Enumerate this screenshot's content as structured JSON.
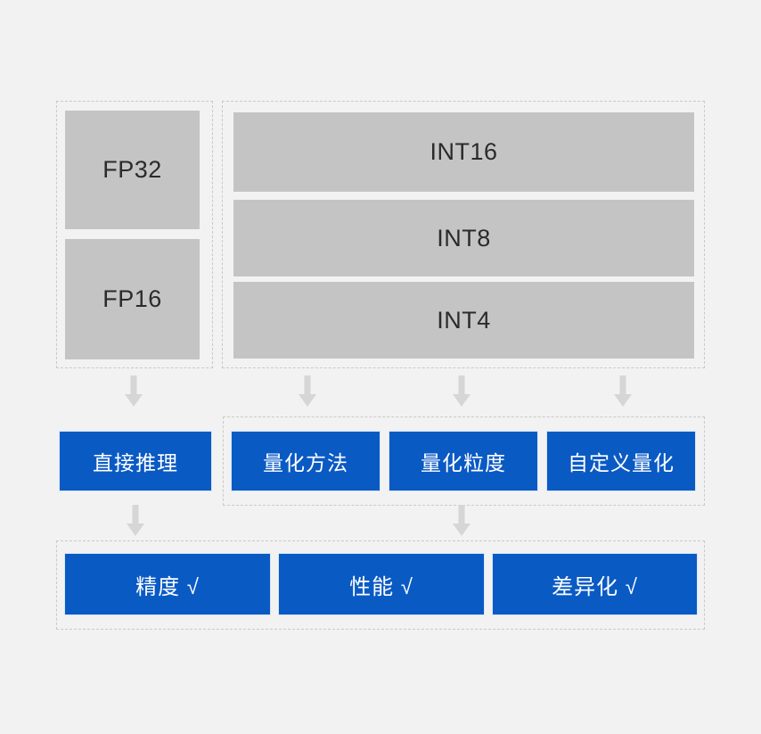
{
  "diagram": {
    "title": "Quantization flow diagram",
    "background_color": "#f2f2f2",
    "colors": {
      "precision_block": "#c4c4c4",
      "feature_block": "#0a5ac4",
      "dashed_border": "#c9c9c9",
      "arrow": "#d6d6d6",
      "precision_text": "#2b2b2b",
      "feature_text": "#ffffff"
    },
    "rows": {
      "precision_row": {
        "float_group": {
          "name": "floating-point-precisions",
          "items": [
            {
              "label": "FP32"
            },
            {
              "label": "FP16"
            }
          ]
        },
        "int_group": {
          "name": "integer-precisions",
          "items": [
            {
              "label": "INT16"
            },
            {
              "label": "INT8"
            },
            {
              "label": "INT4"
            }
          ]
        }
      },
      "method_row": {
        "standalone": {
          "label": "直接推理"
        },
        "quant_group": {
          "name": "quantization-options",
          "items": [
            {
              "label": "量化方法"
            },
            {
              "label": "量化粒度"
            },
            {
              "label": "自定义量化"
            }
          ]
        }
      },
      "outcome_row": {
        "name": "outcomes",
        "items": [
          {
            "label": "精度 √"
          },
          {
            "label": "性能 √"
          },
          {
            "label": "差异化 √"
          }
        ]
      }
    },
    "arrows": {
      "icon": "arrow-down-icon",
      "row1_to_row2": [
        {
          "name": "arrow-fp-to-direct"
        },
        {
          "name": "arrow-int-to-method"
        },
        {
          "name": "arrow-int-to-granularity"
        },
        {
          "name": "arrow-int-to-custom"
        }
      ],
      "row2_to_row3": [
        {
          "name": "arrow-direct-to-accuracy"
        },
        {
          "name": "arrow-quant-to-performance"
        }
      ]
    }
  }
}
